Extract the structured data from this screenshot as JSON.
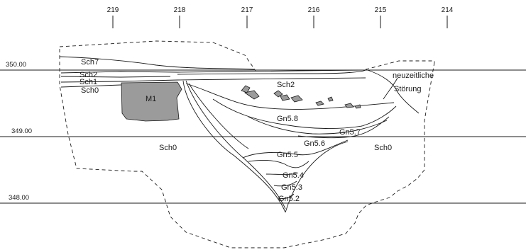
{
  "grid": {
    "x_ticks": [
      "219",
      "218",
      "217",
      "216",
      "215",
      "214"
    ],
    "elevations": [
      "350.00",
      "349.00",
      "348.00"
    ]
  },
  "layers": {
    "sch7": "Sch7",
    "sch2_left": "Sch2",
    "sch1": "Sch1",
    "sch0_top": "Sch0",
    "m1": "M1",
    "sch2_center": "Sch2",
    "neuzeitliche": "neuzeitliche",
    "stoerung": "Störung",
    "gn58": "Gn5.8",
    "gn57": "Gn5.7",
    "gn56": "Gn5.6",
    "sch0_left": "Sch0",
    "sch0_right": "Sch0",
    "gn55": "Gn5.5",
    "gn54": "Gn5.4",
    "gn53": "Gn5.3",
    "gn52": "Gn5.2"
  }
}
